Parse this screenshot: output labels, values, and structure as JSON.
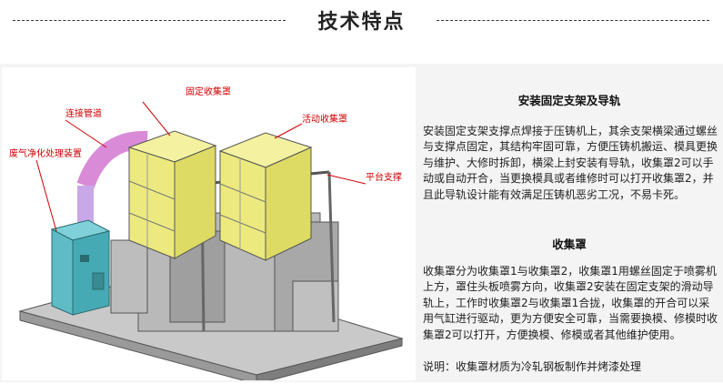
{
  "header": {
    "title": "技术特点"
  },
  "figure": {
    "labels": {
      "fixed_hood": "固定收集罩",
      "connecting_pipe": "连接管道",
      "movable_hood": "活动收集罩",
      "exhaust_purifier": "废气净化处理装置",
      "platform_support": "平台支撑"
    }
  },
  "sections": [
    {
      "title": "安装固定支架及导轨",
      "body": "安装固定支架支撑点焊接于压铸机上，其余支架横梁通过螺丝与支撑点固定，其结构牢固可靠，方便压铸机搬运、模具更换与维护、大修时拆卸，横梁上封安装有导轨，收集罩2可以手动或自动开合，当更换模具或者维修时可以打开收集罩2，并且此导轨设计能有效满足压铸机恶劣工况，不易卡死。"
    },
    {
      "title": "收集罩",
      "body": "收集罩分为收集罩1与收集罩2，收集罩1用螺丝固定于喷雾机上方，罩住头板喷雾方向，收集罩2安装在固定支架的滑动导轨上，工作时收集罩2与收集罩1合拢，收集罩的开合可以采用气缸进行驱动，更为方便安全可靠，当需要换模、修模时收集罩2可以打开，方便换模、修模或者其他维护使用。",
      "note": "说明：收集罩材质为冷轧钢板制作并烤漆处理"
    }
  ]
}
